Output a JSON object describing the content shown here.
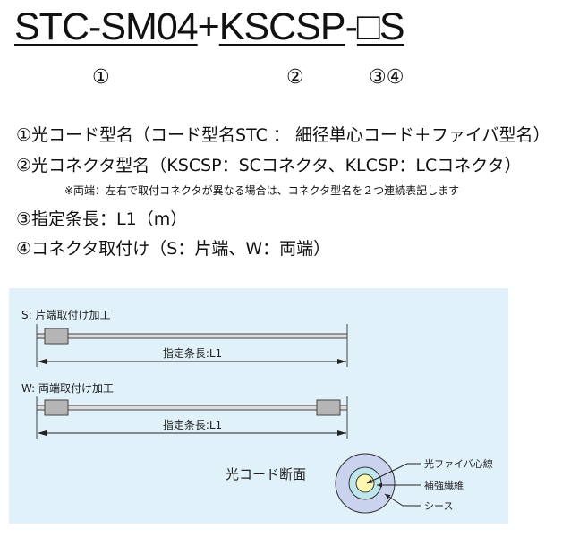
{
  "title": {
    "part1": "STC-SM04",
    "plus": "+",
    "part2": "KSCSP",
    "dash": "-",
    "part3": "□S"
  },
  "markers": [
    "①",
    "②",
    "③④"
  ],
  "lines": [
    "①光コード型名（コード型名STC ： 細径単心コード＋ファイバ型名）",
    "②光コネクタ型名（KSCSP：SCコネクタ、KLCSP：LCコネクタ）",
    "※両端：左右で取付コネクタが異なる場合は、コネクタ型名を２つ連続表記します",
    "③指定条長：L1（m）",
    "④コネクタ取付け（S：片端、W：両端）"
  ],
  "diagram": {
    "single_label": "S: 片端取付け加工",
    "double_label": "W: 両端取付け加工",
    "length_label": "指定条長:L1",
    "section_title": "光コード断面",
    "section_parts": [
      "光ファイバ心線",
      "補強繊維",
      "シース"
    ],
    "colors": {
      "panel": "#e1f1fa",
      "connector": "#b5b5b5",
      "sheath": "#c9d3ee",
      "strength": "#bfe6ea",
      "core": "#fbf6b0"
    }
  }
}
